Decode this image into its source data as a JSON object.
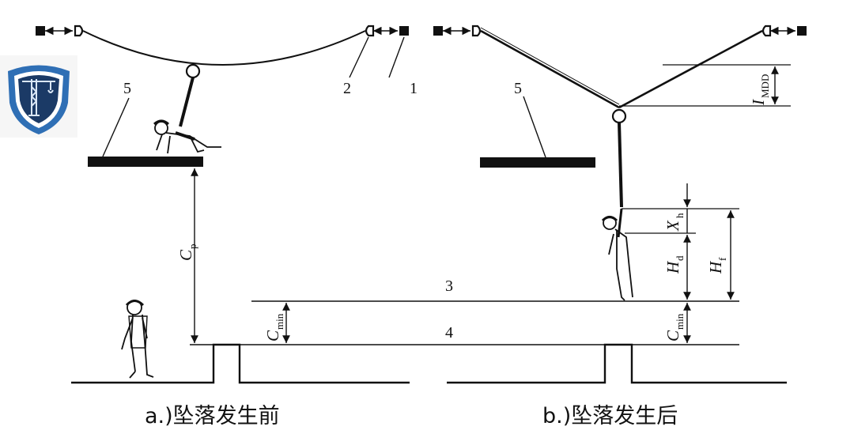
{
  "captions": {
    "before": "a.)坠落发生前",
    "after": "b.)坠落发生后"
  },
  "labels": {
    "n1": "1",
    "n2": "2",
    "n5_left": "5",
    "n5_right": "5",
    "n3": "3",
    "n4": "4"
  },
  "dims": {
    "cp_main": "C",
    "cp_sub": "p",
    "cmin_main": "C",
    "cmin_sub": "min",
    "imdd_main": "I",
    "imdd_sub": "MDD",
    "xh_main": "X",
    "xh_sub": "h",
    "hd_main": "H",
    "hd_sub": "d",
    "hf_main": "H",
    "hf_sub": "f"
  },
  "colors": {
    "line": "#111111",
    "shield_outer": "#2f6fb5",
    "shield_inner": "#1b3a66",
    "crane": "#d9e6f5"
  },
  "icons": [
    "shield-crane-logo",
    "anchor-block-icon",
    "worker-figure-icon"
  ]
}
